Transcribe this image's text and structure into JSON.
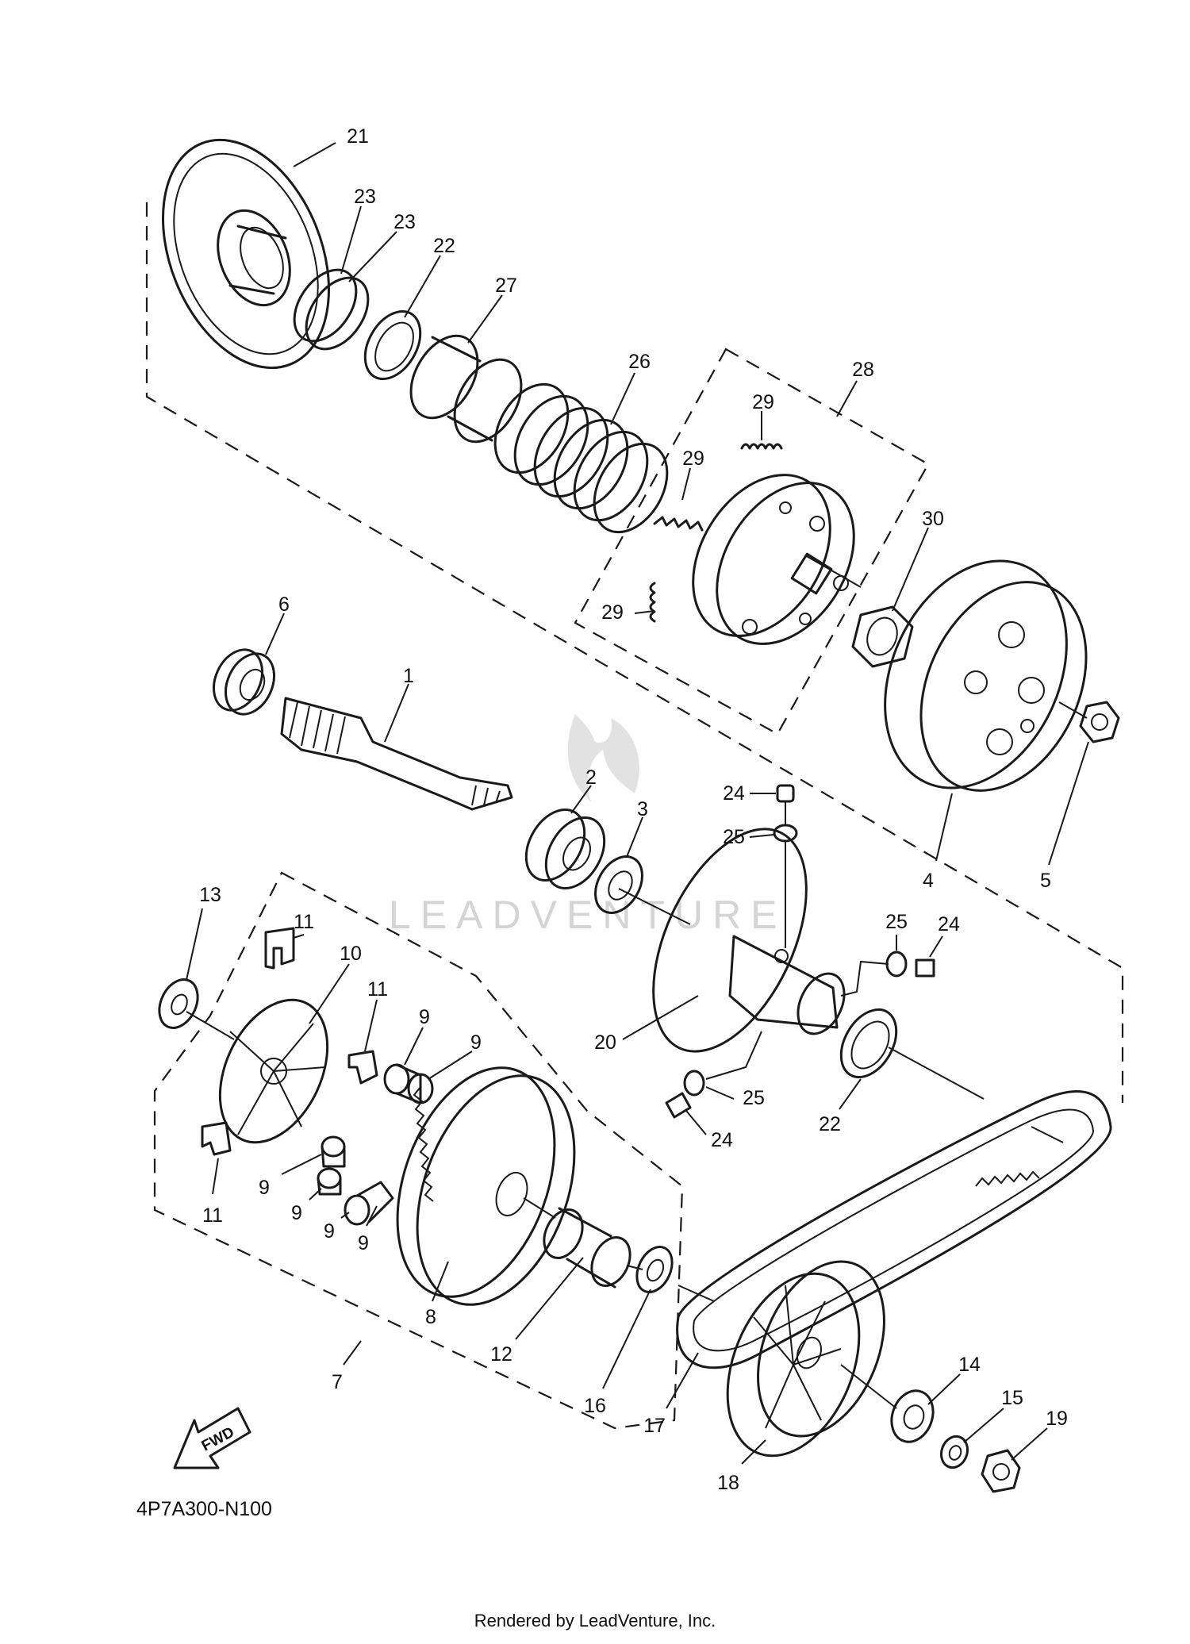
{
  "diagram": {
    "part_code": "4P7A300-N100",
    "footer": "Rendered by LeadVenture, Inc.",
    "watermark": "LEADVENTURE",
    "fwd_label": "FWD",
    "callouts": [
      {
        "id": "c21",
        "label": "21"
      },
      {
        "id": "c23a",
        "label": "23"
      },
      {
        "id": "c23b",
        "label": "23"
      },
      {
        "id": "c22a",
        "label": "22"
      },
      {
        "id": "c27",
        "label": "27"
      },
      {
        "id": "c26",
        "label": "26"
      },
      {
        "id": "c28",
        "label": "28"
      },
      {
        "id": "c29a",
        "label": "29"
      },
      {
        "id": "c29b",
        "label": "29"
      },
      {
        "id": "c29c",
        "label": "29"
      },
      {
        "id": "c30",
        "label": "30"
      },
      {
        "id": "c6",
        "label": "6"
      },
      {
        "id": "c1",
        "label": "1"
      },
      {
        "id": "c2",
        "label": "2"
      },
      {
        "id": "c3",
        "label": "3"
      },
      {
        "id": "c4",
        "label": "4"
      },
      {
        "id": "c5",
        "label": "5"
      },
      {
        "id": "c24a",
        "label": "24"
      },
      {
        "id": "c25a",
        "label": "25"
      },
      {
        "id": "c25b",
        "label": "25"
      },
      {
        "id": "c24b",
        "label": "24"
      },
      {
        "id": "c13",
        "label": "13"
      },
      {
        "id": "c11a",
        "label": "11"
      },
      {
        "id": "c10",
        "label": "10"
      },
      {
        "id": "c11b",
        "label": "11"
      },
      {
        "id": "c9a",
        "label": "9"
      },
      {
        "id": "c9b",
        "label": "9"
      },
      {
        "id": "c20",
        "label": "20"
      },
      {
        "id": "c25c",
        "label": "25"
      },
      {
        "id": "c24c",
        "label": "24"
      },
      {
        "id": "c22b",
        "label": "22"
      },
      {
        "id": "c11c",
        "label": "11"
      },
      {
        "id": "c9c",
        "label": "9"
      },
      {
        "id": "c9d",
        "label": "9"
      },
      {
        "id": "c9e",
        "label": "9"
      },
      {
        "id": "c9f",
        "label": "9"
      },
      {
        "id": "c8",
        "label": "8"
      },
      {
        "id": "c12",
        "label": "12"
      },
      {
        "id": "c16",
        "label": "16"
      },
      {
        "id": "c7",
        "label": "7"
      },
      {
        "id": "c17",
        "label": "17"
      },
      {
        "id": "c14",
        "label": "14"
      },
      {
        "id": "c15",
        "label": "15"
      },
      {
        "id": "c19",
        "label": "19"
      },
      {
        "id": "c18",
        "label": "18"
      }
    ]
  }
}
